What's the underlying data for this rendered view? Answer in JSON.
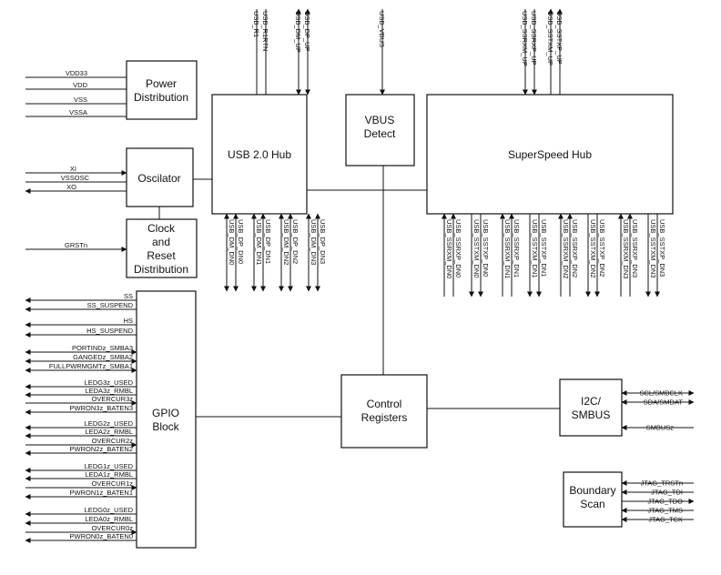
{
  "blocks": {
    "power": [
      "Power",
      "Distribution"
    ],
    "oscillator": [
      "Oscilator"
    ],
    "clock": [
      "Clock",
      "and",
      "Reset",
      "Distribution"
    ],
    "usb2hub": [
      "USB 2.0 Hub"
    ],
    "vbus": [
      "VBUS",
      "Detect"
    ],
    "sshub": [
      "SuperSpeed Hub"
    ],
    "gpio": [
      "GPIO",
      "Block"
    ],
    "control": [
      "Control",
      "Registers"
    ],
    "i2c": [
      "I2C/",
      "SMBUS"
    ],
    "boundary": [
      "Boundary",
      "Scan"
    ]
  },
  "signals": {
    "power": [
      "VDD33",
      "VDD",
      "VSS",
      "VSSA"
    ],
    "osc": [
      "XI",
      "VSSOSC",
      "XO"
    ],
    "clock": [
      "GRSTn"
    ],
    "usb2_top": [
      "USB_R1",
      "USB_R1RTN",
      "USB_DM_UP",
      "USB_DP_UP"
    ],
    "vbus_top": [
      "USB_VBUS"
    ],
    "ss_top": [
      "USB_SSRXM_UP",
      "USB_SSRXP_UP",
      "USB_SSTXM_UP",
      "USB_SSTXP_UP"
    ],
    "usb2_bottom": [
      "USB_DM_DN0",
      "USB_DP_DN0",
      "USB_DM_DN1",
      "USB_DP_DN1",
      "USB_DM_DN2",
      "USB_DP_DN2",
      "USB_DM_DN3",
      "USB_DP_DN3"
    ],
    "ss_bottom": [
      "USB_SSRXM_DN0",
      "USB_SSRXP_DN0",
      "USB_SSTXM_DN0",
      "USB_SSTXP_DN0",
      "USB_SSRXM_DN1",
      "USB_SSRXP_DN1",
      "USB_SSTXM_DN1",
      "USB_SSTXP_DN1",
      "USB_SSRXM_DN2",
      "USB_SSRXP_DN2",
      "USB_SSTXM_DN2",
      "USB_SSTXP_DN2",
      "USB_SSRXM_DN3",
      "USB_SSRXP_DN3",
      "USB_SSTXM_DN3",
      "USB_SSTXP_DN3"
    ],
    "gpio": [
      "SS",
      "SS_SUSPEND",
      "HS",
      "HS_SUSPEND",
      "PORTINDz_SMBA3",
      "GANGEDz_SMBA2",
      "FULLPWRMGMTz_SMBA1",
      "LEDG3z_USED",
      "LEDA3z_RMBL",
      "OVERCUR3z",
      "PWRON3z_BATEN3",
      "LEDG2z_USED",
      "LEDA2z_RMBL",
      "OVERCUR2z",
      "PWRON2z_BATEN2",
      "LEDG1z_USED",
      "LEDA1z_RMBL",
      "OVERCUR1z",
      "PWRON1z_BATEN1",
      "LEDG0z_USED",
      "LEDA0z_RMBL",
      "OVERCUR0z",
      "PWRON0z_BATEN0"
    ],
    "i2c": [
      "SCL/SMBCLK",
      "SDA/SMDAT",
      "SMBUSz"
    ],
    "jtag": [
      "JTAG_TRSTn",
      "JTAG_TDI",
      "JTAG_TDO",
      "JTAG_TMS",
      "JTAG_TCK"
    ]
  }
}
